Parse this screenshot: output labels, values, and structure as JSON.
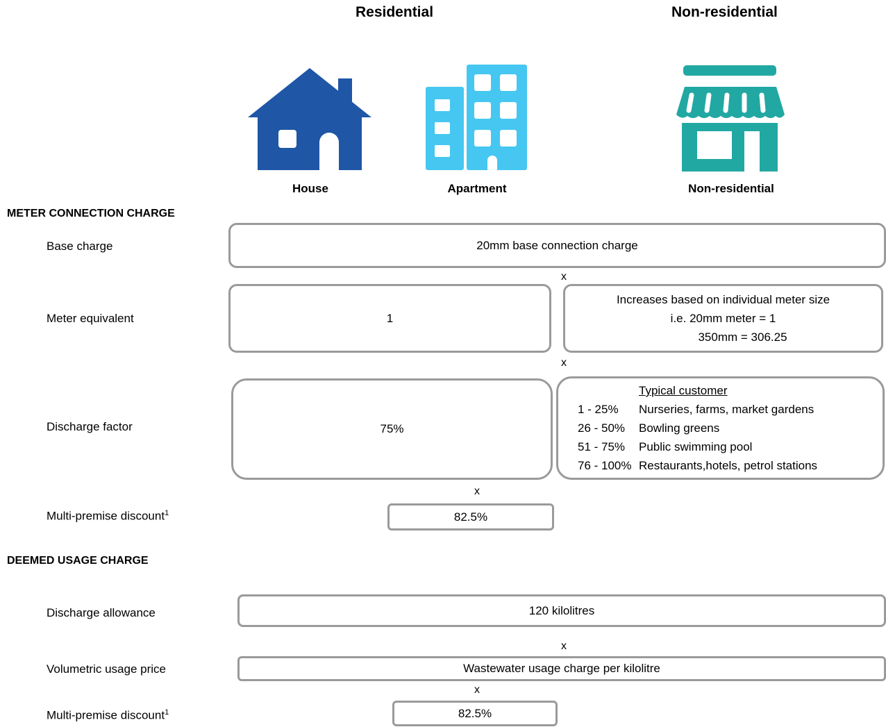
{
  "headers": {
    "residential": "Residential",
    "non_residential": "Non-residential"
  },
  "icons": [
    {
      "caption": "House",
      "icon": "house-icon",
      "color": "#1f56a6"
    },
    {
      "caption": "Apartment",
      "icon": "apartment-building-icon",
      "color": "#45c7f1"
    },
    {
      "caption": "Non-residential",
      "icon": "shop-storefront-icon",
      "color": "#22a8a3"
    }
  ],
  "meter_connection": {
    "title": "METER CONNECTION CHARGE",
    "base_charge": {
      "label": "Base charge",
      "value": "20mm base connection charge"
    },
    "meter_equivalent": {
      "label": "Meter equivalent",
      "residential": "1",
      "non_residential": [
        "Increases based on individual meter size",
        "i.e. 20mm meter = 1",
        "350mm = 306.25"
      ]
    },
    "discharge_factor": {
      "label": "Discharge factor",
      "residential": "75%",
      "table_title": "Typical customer",
      "tiers": [
        {
          "range": "1 - 25%",
          "customer": "Nurseries, farms, market gardens"
        },
        {
          "range": "26 - 50%",
          "customer": "Bowling greens"
        },
        {
          "range": "51 - 75%",
          "customer": "Public swimming pool"
        },
        {
          "range": "76 - 100%",
          "customer": "Restaurants,hotels, petrol stations"
        }
      ]
    },
    "multi_premise": {
      "label": "Multi-premise discount",
      "footnote": "1",
      "value": "82.5%"
    }
  },
  "deemed_usage": {
    "title": "DEEMED USAGE CHARGE",
    "discharge_allowance": {
      "label": "Discharge allowance",
      "value": "120 kilolitres"
    },
    "volumetric_price": {
      "label": "Volumetric usage price",
      "value": "Wastewater usage charge per kilolitre"
    },
    "multi_premise": {
      "label": "Multi-premise discount",
      "footnote": "1",
      "value": "82.5%"
    }
  },
  "operator": "x"
}
